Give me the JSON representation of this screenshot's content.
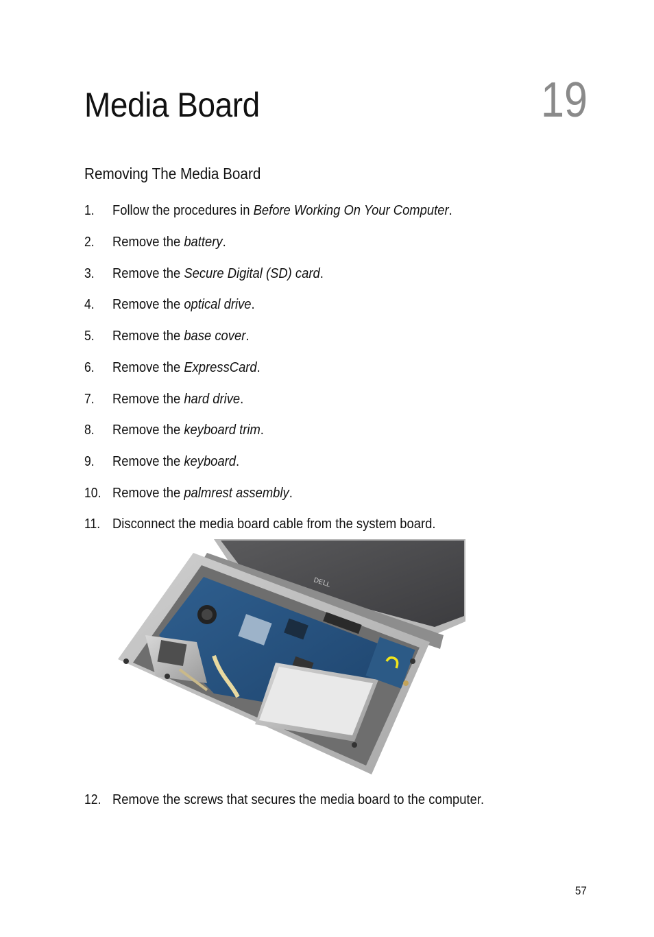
{
  "chapter": {
    "title": "Media Board",
    "number": "19"
  },
  "section": {
    "heading": "Removing The Media Board"
  },
  "steps": [
    {
      "num": "1.",
      "pre": "Follow the procedures in ",
      "link": "Before Working On Your Computer",
      "post": "."
    },
    {
      "num": "2.",
      "pre": "Remove the ",
      "link": "battery",
      "post": "."
    },
    {
      "num": "3.",
      "pre": "Remove the ",
      "link": "Secure Digital (SD) card",
      "post": "."
    },
    {
      "num": "4.",
      "pre": "Remove the ",
      "link": "optical drive",
      "post": "."
    },
    {
      "num": "5.",
      "pre": "Remove the ",
      "link": "base cover",
      "post": "."
    },
    {
      "num": "6.",
      "pre": "Remove the ",
      "link": "ExpressCard",
      "post": "."
    },
    {
      "num": "7.",
      "pre": "Remove the ",
      "link": "hard drive",
      "post": "."
    },
    {
      "num": "8.",
      "pre": "Remove the ",
      "link": "keyboard trim",
      "post": "."
    },
    {
      "num": "9.",
      "pre": "Remove the ",
      "link": "keyboard",
      "post": "."
    },
    {
      "num": "10.",
      "pre": "Remove the ",
      "link": "palmrest assembly",
      "post": "."
    },
    {
      "num": "11.",
      "pre": "Disconnect the media board cable from the system board.",
      "link": "",
      "post": ""
    },
    {
      "num": "12.",
      "pre": "Remove the screws that secures the media board to the computer.",
      "link": "",
      "post": ""
    }
  ],
  "figure": {
    "logo_text": "DELL"
  },
  "page_number": "57"
}
